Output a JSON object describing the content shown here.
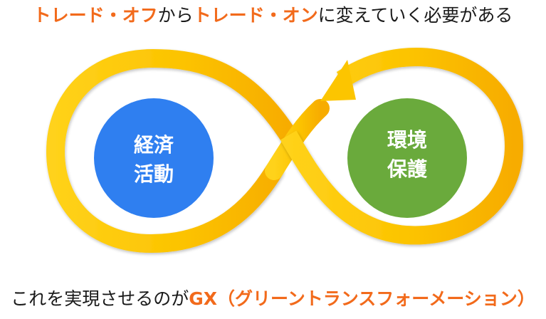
{
  "headline": {
    "part1": "トレード・オフ",
    "part2": "から",
    "part3": "トレード・オン",
    "part4": "に変えていく必要がある"
  },
  "diagram": {
    "left_circle": {
      "line1": "経済",
      "line2": "活動",
      "color": "#2f7ff0"
    },
    "right_circle": {
      "line1": "環境",
      "line2": "保護",
      "color": "#6aaa3c"
    },
    "loop_color": "#fbc400",
    "loop_color_dark": "#f5a800"
  },
  "footline": {
    "part1": "これを実現させるのが",
    "part2": "GX（グリーントランスフォーメーション）"
  }
}
